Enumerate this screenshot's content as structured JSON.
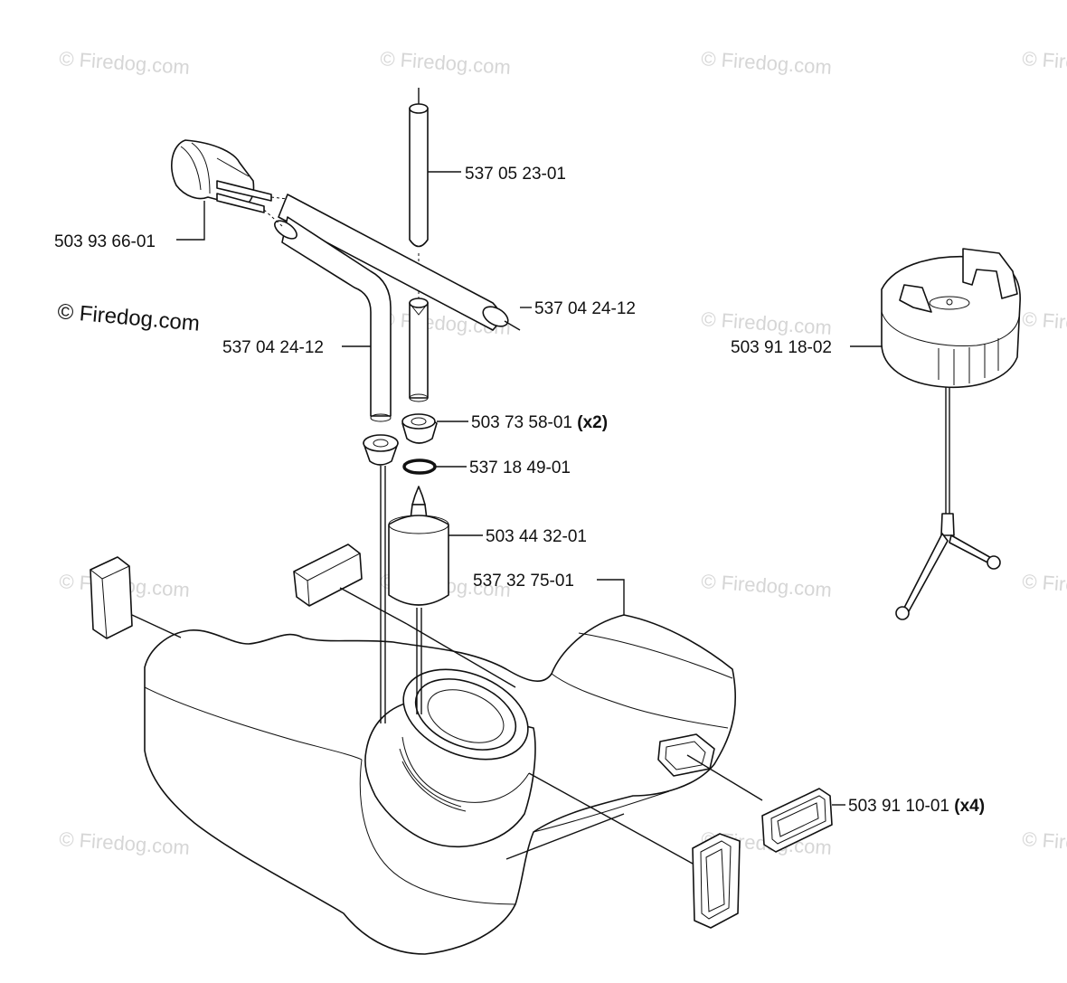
{
  "watermark": {
    "text": "© Firedog.com",
    "main_text": "© Firedog.com"
  },
  "parts": [
    {
      "number": "537 05 23-01",
      "qty": ""
    },
    {
      "number": "503 93 66-01",
      "qty": ""
    },
    {
      "number": "537 04 24-12",
      "qty": ""
    },
    {
      "number": "537 04 24-12",
      "qty": ""
    },
    {
      "number": "503 91 18-02",
      "qty": ""
    },
    {
      "number": "503 73 58-01",
      "qty": "(x2)"
    },
    {
      "number": "537 18 49-01",
      "qty": ""
    },
    {
      "number": "503 44 32-01",
      "qty": ""
    },
    {
      "number": "537 32 75-01",
      "qty": ""
    },
    {
      "number": "503 91 10-01",
      "qty": "(x4)"
    }
  ],
  "colors": {
    "line": "#111111",
    "watermark": "#d6d6d6",
    "background": "#ffffff"
  }
}
